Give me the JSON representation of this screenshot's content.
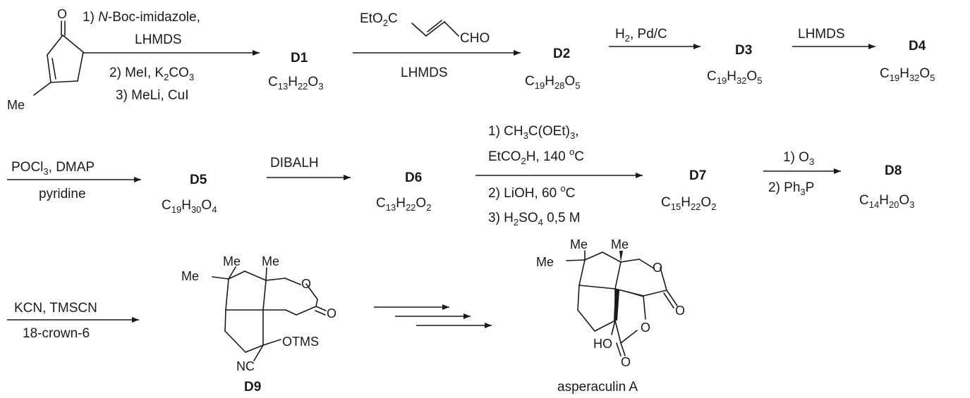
{
  "row1": {
    "sm": {
      "o": "O",
      "me": "Me"
    },
    "step1": {
      "r1a": "1) ",
      "r1b": "N",
      "r1c": "-Boc-imidazole,",
      "r1d": "LHMDS",
      "r2a": "2) MeI, K",
      "r2b": "2",
      "r2c": "CO",
      "r2d": "3",
      "r3": "3) MeLi, CuI"
    },
    "d1": {
      "label": "D1",
      "f": [
        "C",
        "13",
        "H",
        "22",
        "O",
        "3"
      ]
    },
    "step2": {
      "reagent_a": "EtO",
      "reagent_b": "2",
      "reagent_c": "C",
      "cho": "CHO",
      "below": "LHMDS"
    },
    "d2": {
      "label": "D2",
      "f": [
        "C",
        "19",
        "H",
        "28",
        "O",
        "5"
      ]
    },
    "step3": {
      "a": "H",
      "b": "2",
      "c": ", Pd/C"
    },
    "d3": {
      "label": "D3",
      "f": [
        "C",
        "19",
        "H",
        "32",
        "O",
        "5"
      ]
    },
    "step4": {
      "a": "LHMDS"
    },
    "d4": {
      "label": "D4",
      "f": [
        "C",
        "19",
        "H",
        "32",
        "O",
        "5"
      ]
    }
  },
  "row2": {
    "step5": {
      "a": "POCl",
      "b": "3",
      "c": ", DMAP",
      "below": "pyridine"
    },
    "d5": {
      "label": "D5",
      "f": [
        "C",
        "19",
        "H",
        "30",
        "O",
        "4"
      ]
    },
    "step6": {
      "a": "DIBALH"
    },
    "d6": {
      "label": "D6",
      "f": [
        "C",
        "13",
        "H",
        "22",
        "O",
        "2"
      ]
    },
    "step7": {
      "r1a": "1) CH",
      "r1b": "3",
      "r1c": "C(OEt)",
      "r1d": "3",
      "r1e": ",",
      "r2a": "EtCO",
      "r2b": "2",
      "r2c": "H, 140 ",
      "r2d": "o",
      "r2e": "C",
      "r3a": "2) LiOH, 60 ",
      "r3b": "o",
      "r3c": "C",
      "r4a": "3) H",
      "r4b": "2",
      "r4c": "SO",
      "r4d": "4",
      "r4e": " 0,5 M"
    },
    "d7": {
      "label": "D7",
      "f": [
        "C",
        "15",
        "H",
        "22",
        "O",
        "2"
      ]
    },
    "step8": {
      "r1a": "1) O",
      "r1b": "3",
      "r2a": "2) Ph",
      "r2b": "3",
      "r2c": "P"
    },
    "d8": {
      "label": "D8",
      "f": [
        "C",
        "14",
        "H",
        "20",
        "O",
        "3"
      ]
    }
  },
  "row3": {
    "step9": {
      "a": "KCN, TMSCN",
      "below": "18-crown-6"
    },
    "d9": {
      "label": "D9",
      "me1": "Me",
      "me2": "Me",
      "me3": "Me",
      "o_ring": "O",
      "o_carbonyl": "O",
      "otms": "OTMS",
      "nc": "NC"
    },
    "product": {
      "label": "asperaculin A",
      "me1": "Me",
      "me2": "Me",
      "me3": "Me",
      "o1": "O",
      "o2": "O",
      "o3": "O",
      "o4": "O",
      "ho": "HO"
    }
  }
}
